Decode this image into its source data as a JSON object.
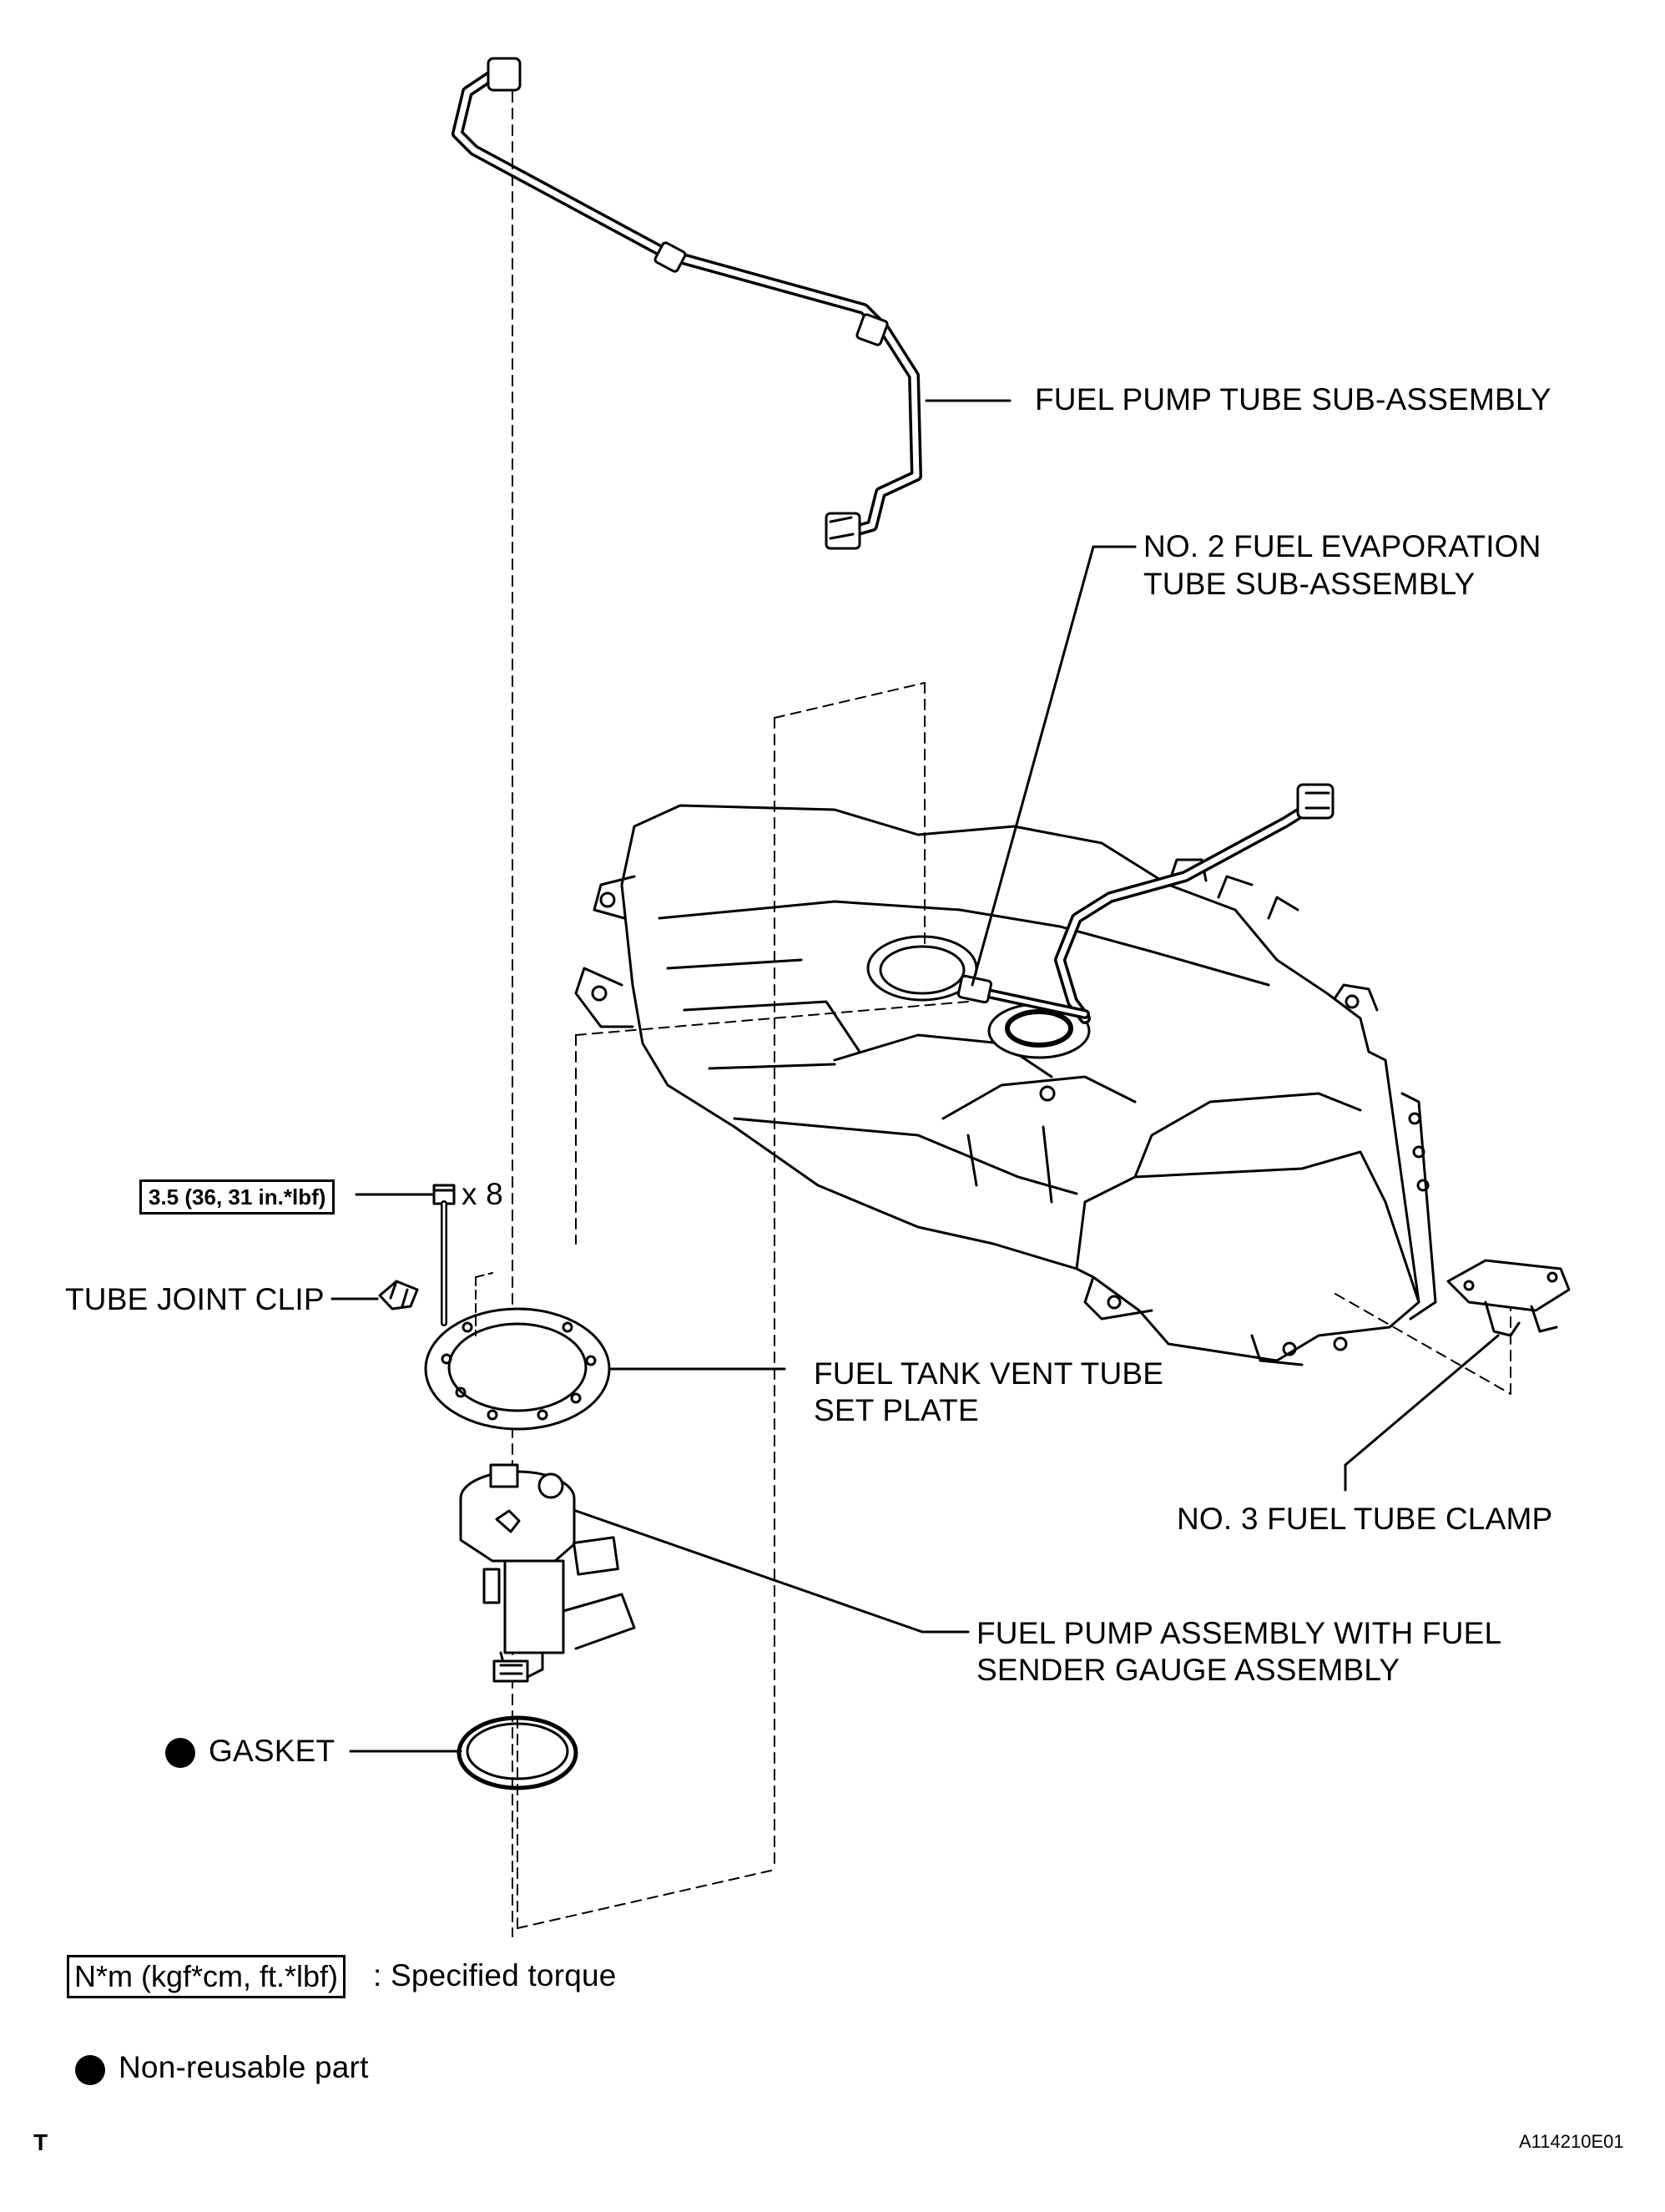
{
  "labels": {
    "fuel_pump_tube": "FUEL PUMP TUBE SUB-ASSEMBLY",
    "evap_tube_line1": "NO. 2 FUEL EVAPORATION",
    "evap_tube_line2": "TUBE SUB-ASSEMBLY",
    "torque_value": "3.5 (36, 31 in.*lbf)",
    "bolt_count": "x 8",
    "tube_joint_clip": "TUBE JOINT CLIP",
    "vent_plate_line1": "FUEL TANK VENT TUBE",
    "vent_plate_line2": "SET PLATE",
    "tube_clamp": "NO. 3 FUEL TUBE CLAMP",
    "pump_assy_line1": "FUEL PUMP ASSEMBLY WITH FUEL",
    "pump_assy_line2": "SENDER GAUGE ASSEMBLY",
    "gasket": "GASKET"
  },
  "legend": {
    "torque_unit": "N*m (kgf*cm, ft.*lbf)",
    "torque_desc": ": Specified torque",
    "nonreusable_desc": "Non-reusable part"
  },
  "footer": {
    "left_mark": "T",
    "figure_id": "A114210E01"
  },
  "icons": [
    "bolt-icon",
    "tube-joint-clip-icon",
    "fuel-tank-icon",
    "fuel-pump-tube-icon",
    "vent-plate-icon",
    "fuel-pump-icon",
    "gasket-icon",
    "tube-clamp-icon",
    "non-reusable-dot-icon"
  ]
}
